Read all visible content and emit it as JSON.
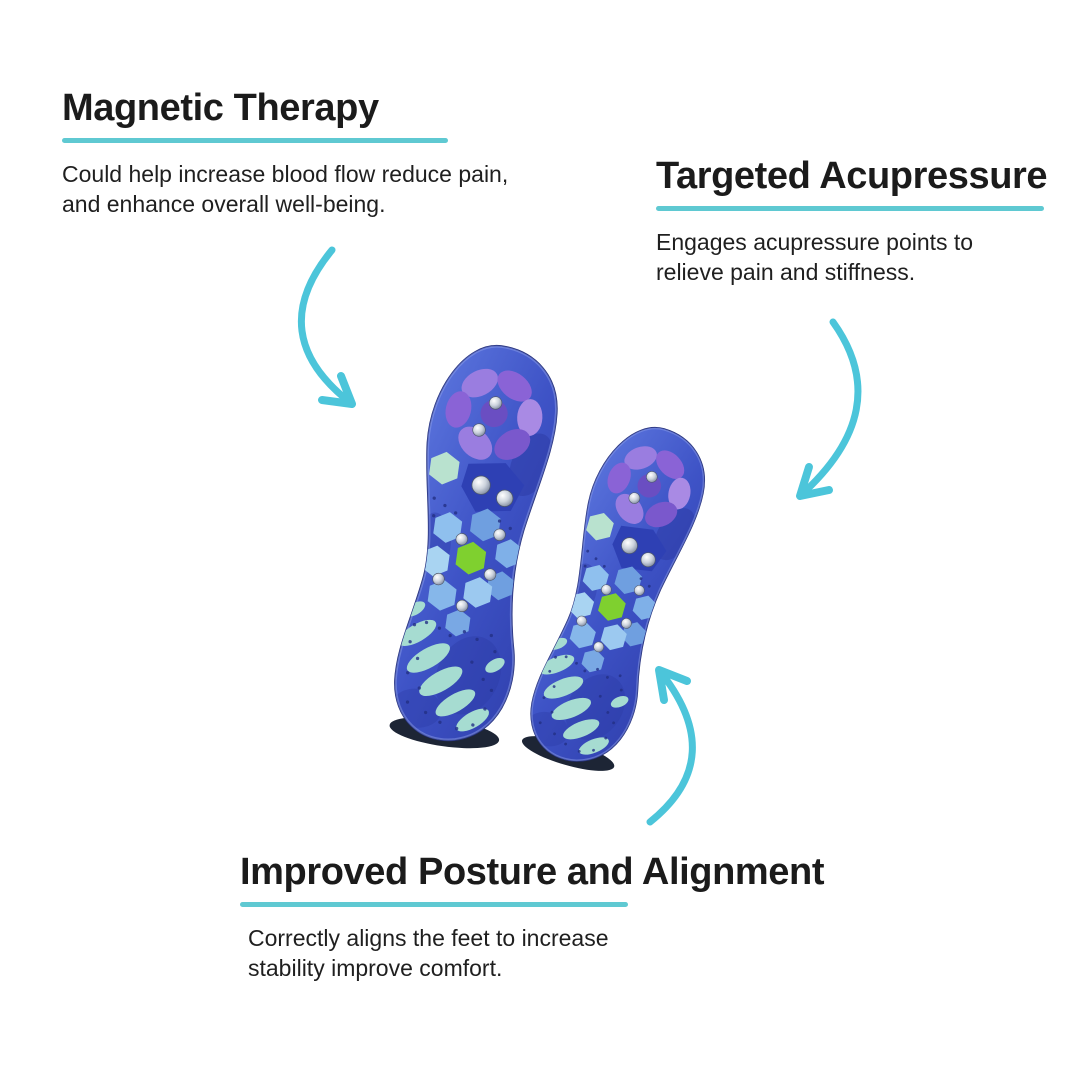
{
  "meta": {
    "type": "product-infographic",
    "background": "#ffffff"
  },
  "palette": {
    "heading_text": "#1b1b1b",
    "body_text": "#1f1f1f",
    "underline_teal": "#5fc9d2",
    "arrow_cyan": "#4cc5da",
    "insole_blue": "#3e53c6",
    "insole_dark_blue": "#2c3aa4",
    "petal_purple": "#8a63d6",
    "petal_light_purple": "#a98ae4",
    "hex_light_blue": "#8fc0ee",
    "mint_green": "#b9e2cf",
    "pebble_teal": "#a6dcd1",
    "node_green": "#7fd02f",
    "stud_silver": "#ccd3dd"
  },
  "callouts": [
    {
      "id": "magnetic-therapy",
      "title": "Magnetic Therapy",
      "desc_line1": "Could help increase blood flow reduce pain,",
      "desc_line2": "and enhance overall well-being."
    },
    {
      "id": "targeted-acupressure",
      "title": "Targeted Acupressure",
      "desc_line1": "Engages acupressure points to",
      "desc_line2": "relieve pain and stiffness."
    },
    {
      "id": "improved-posture",
      "title": "Improved Posture and Alignment",
      "desc_line1": "Correctly aligns the feet to increase",
      "desc_line2": "stability improve comfort."
    }
  ],
  "product": {
    "name": "magnetic acupressure insoles"
  }
}
